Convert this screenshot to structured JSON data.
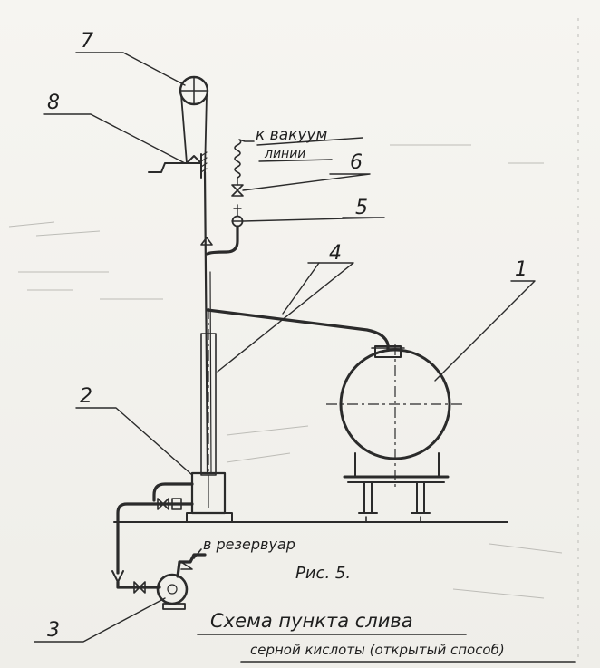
{
  "labels": {
    "n1": "1",
    "n2": "2",
    "n3": "3",
    "n4": "4",
    "n5": "5",
    "n6": "6",
    "n7": "7",
    "n8": "8"
  },
  "annotations": {
    "vacuum_line_1": "к вакуум",
    "vacuum_line_2": "линии",
    "to_reservoir": "в резервуар"
  },
  "figure": {
    "number": "Рис. 5.",
    "title_line1": "Схема пункта слива",
    "title_line2": "серной кислоты (открытый способ)"
  }
}
